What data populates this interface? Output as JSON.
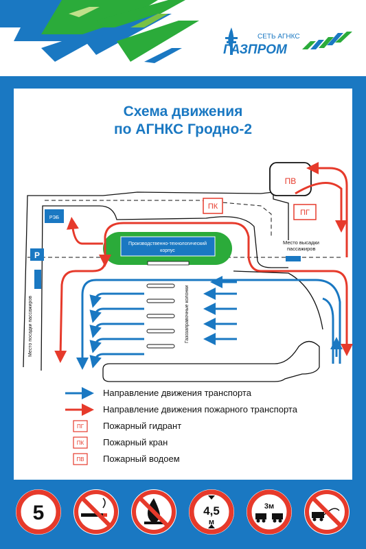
{
  "brand": {
    "network": "СЕТЬ АГНКС",
    "company": "ГАЗПРОМ",
    "colors": {
      "blue": "#1a78c2",
      "green": "#2bab3a",
      "red": "#e63a2b"
    }
  },
  "title": {
    "line1": "Схема движения",
    "line2": "по АГНКС Гродно-2"
  },
  "map": {
    "reb": "РЭБ",
    "parking": "P",
    "pv": "ПВ",
    "pk": "ПК",
    "pg": "ПГ",
    "building": "Производственно-технологический корпус",
    "dropoff": "Место высадки пассажиров",
    "pickup": "Место посадки пассажиров",
    "columns": "Газозаправочные колонки"
  },
  "legend": [
    {
      "symbol": "blue-arrow",
      "text": "Направление движения транспорта"
    },
    {
      "symbol": "red-arrow",
      "text": "Направление движения пожарного транспорта"
    },
    {
      "symbol": "ПГ",
      "text": "Пожарный гидрант"
    },
    {
      "symbol": "ПК",
      "text": "Пожарный кран"
    },
    {
      "symbol": "ПВ",
      "text": "Пожарный водоем"
    }
  ],
  "signs": {
    "speed_limit": "5",
    "height_value": "4,5",
    "height_unit": "м",
    "distance": "3м",
    "icons": [
      "speed-limit-sign",
      "no-smoking-sign",
      "no-open-fire-sign",
      "height-limit-sign",
      "min-distance-sign",
      "no-towing-sign"
    ]
  }
}
